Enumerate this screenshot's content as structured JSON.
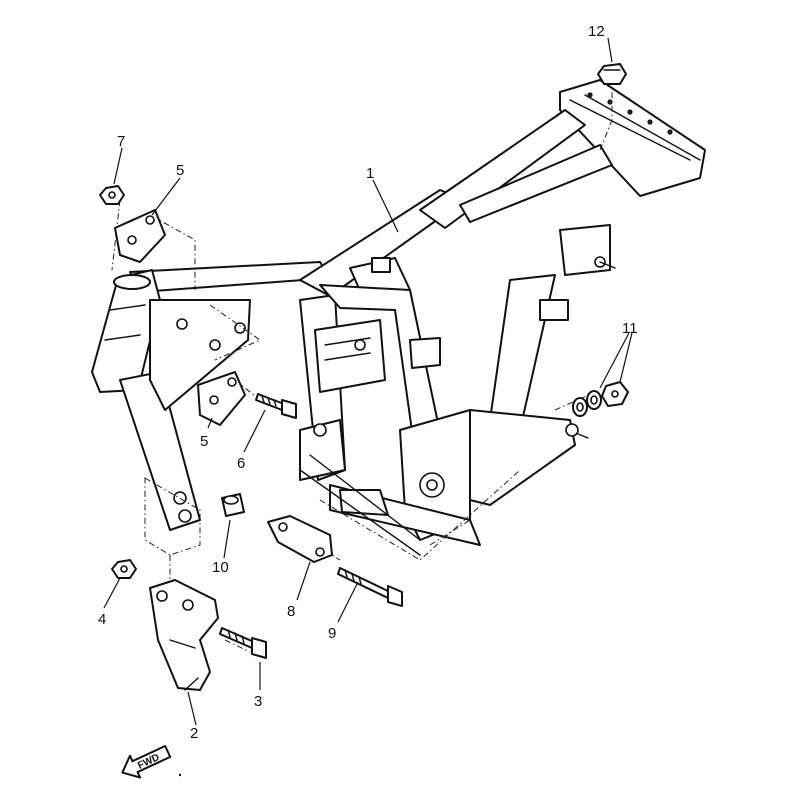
{
  "diagram": {
    "callouts": [
      {
        "id": "1",
        "text": "1"
      },
      {
        "id": "2",
        "text": "2"
      },
      {
        "id": "3",
        "text": "3"
      },
      {
        "id": "4",
        "text": "4"
      },
      {
        "id": "5a",
        "text": "5"
      },
      {
        "id": "5b",
        "text": "5"
      },
      {
        "id": "6",
        "text": "6"
      },
      {
        "id": "7",
        "text": "7"
      },
      {
        "id": "8",
        "text": "8"
      },
      {
        "id": "9",
        "text": "9"
      },
      {
        "id": "10",
        "text": "10"
      },
      {
        "id": "11",
        "text": "11"
      },
      {
        "id": "12",
        "text": "12"
      }
    ],
    "direction_badge": "FWD"
  }
}
